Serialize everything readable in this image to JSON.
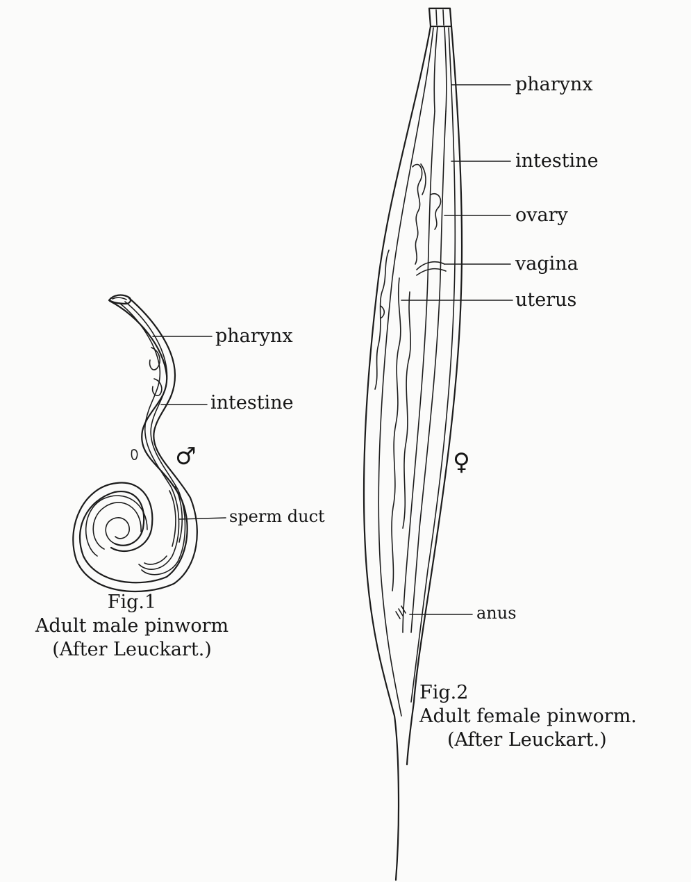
{
  "figure1": {
    "labels": {
      "pharynx": "pharynx",
      "intestine": "intestine",
      "sex_symbol": "♂",
      "sperm_duct": "sperm duct"
    },
    "caption": {
      "number": "Fig.1",
      "title": "Adult male pinworm",
      "credit": "(After Leuckart.)"
    }
  },
  "figure2": {
    "labels": {
      "pharynx": "pharynx",
      "intestine": "intestine",
      "ovary": "ovary",
      "vagina": "vagina",
      "uterus": "uterus",
      "sex_symbol": "♀",
      "anus": "anus"
    },
    "caption": {
      "number": "Fig.2",
      "title": "Adult female pinworm.",
      "credit": "(After Leuckart.)"
    }
  }
}
